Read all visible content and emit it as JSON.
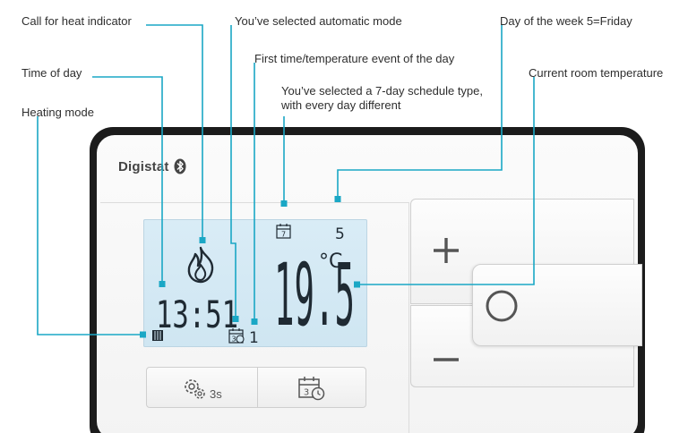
{
  "callouts": {
    "heat_indicator": "Call for heat indicator",
    "automatic_mode": "You’ve selected automatic mode",
    "day_of_week": "Day of the week 5=Friday",
    "first_event": "First time/temperature event of the day",
    "time_of_day": "Time of day",
    "current_temp": "Current room temperature",
    "schedule_type": "You’ve selected a 7-day schedule type, with every day different",
    "heating_mode": "Heating mode"
  },
  "device": {
    "brand": "Digistat",
    "display": {
      "time": "13:51",
      "temperature": "19.5",
      "temperature_unit": "°C",
      "day_number": "5",
      "event_number": "1",
      "calendar_day": "7",
      "calendar_mode": "3",
      "schedule_icon_day": "3"
    },
    "settings_hold_label": "3s"
  },
  "colors": {
    "accent": "#1aa7c5",
    "bezel": "#1c1c1c",
    "lcd_background": "#d4e9f4",
    "segment": "#1f2a33"
  }
}
